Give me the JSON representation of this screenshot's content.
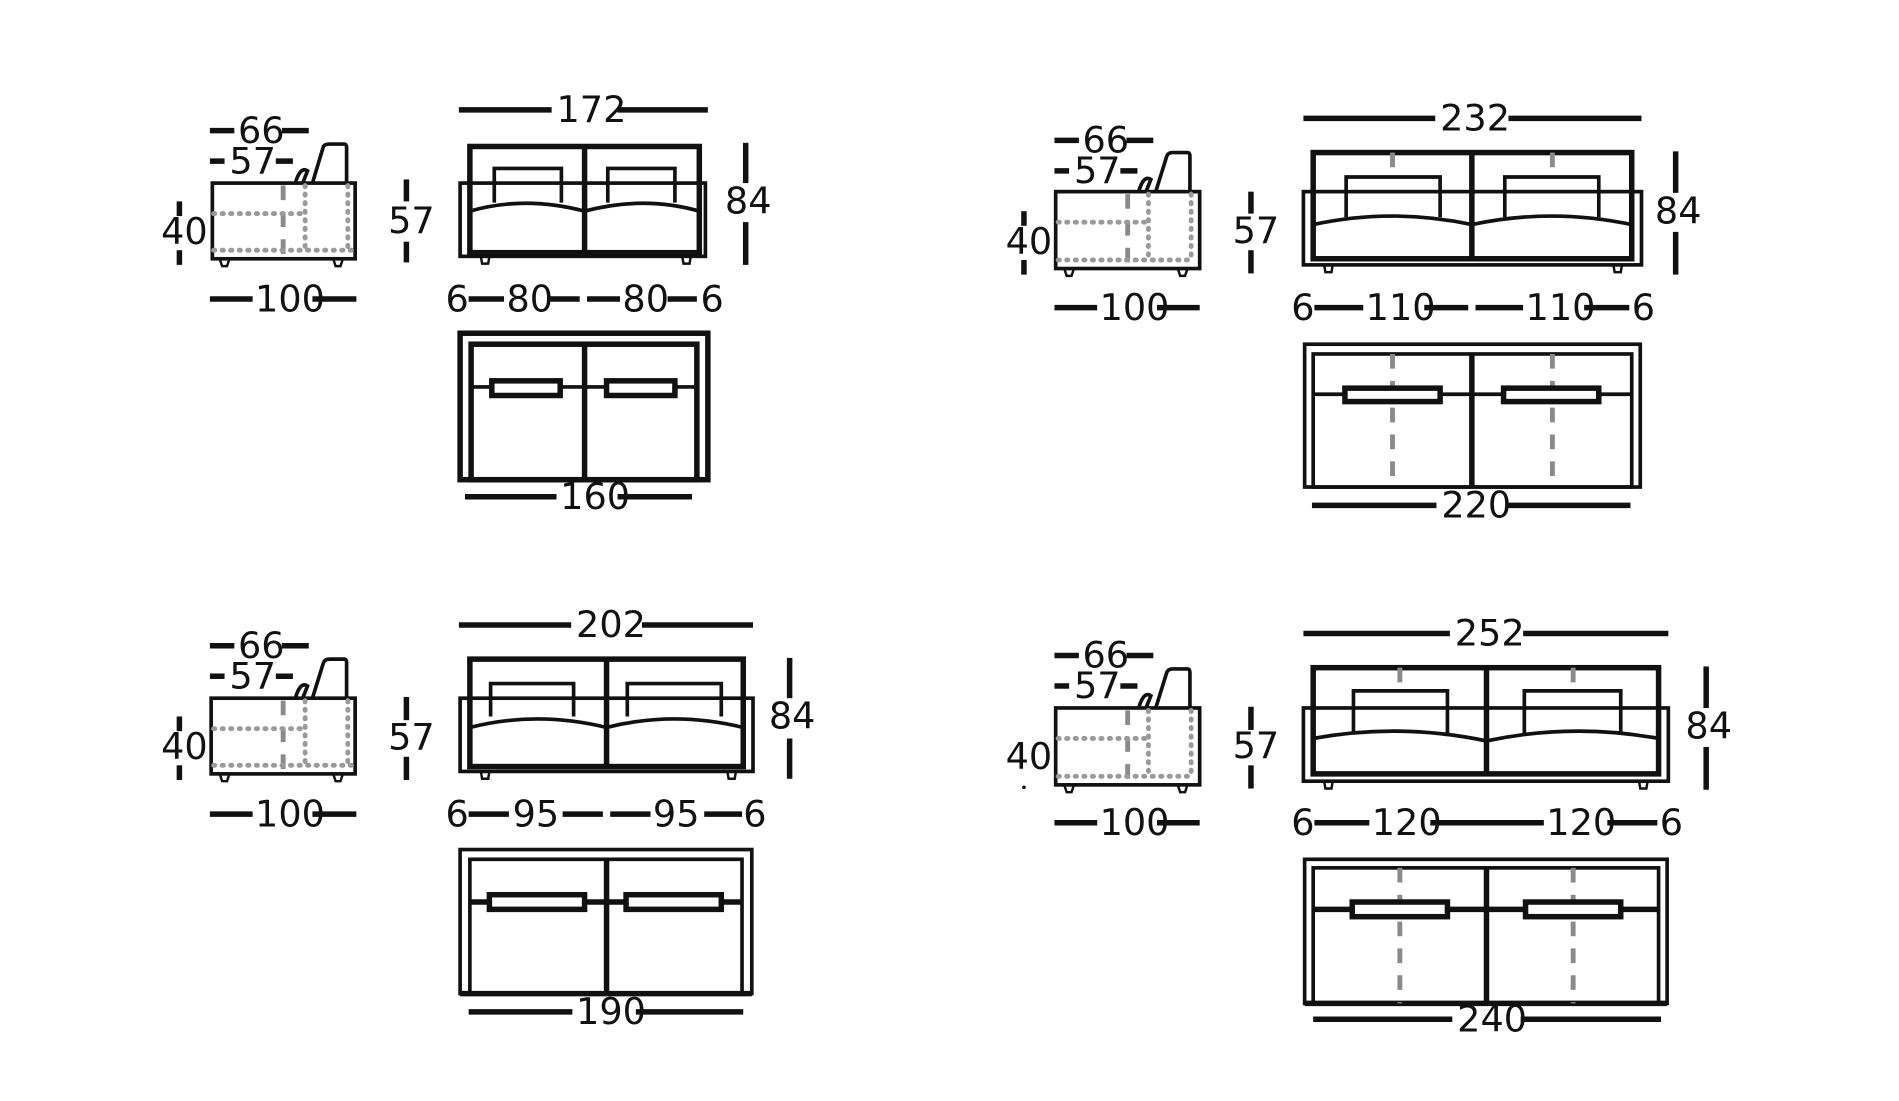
{
  "title": "Sofa bed dimension drawings",
  "unit": "cm",
  "colors": {
    "line": "#111111",
    "hidden_line": "#8a8a8a",
    "background": "#ffffff"
  },
  "models": [
    {
      "id": "model-172",
      "side": {
        "depth_total": "66",
        "depth_seat": "57",
        "seat_height": "40",
        "depth_open": "100"
      },
      "front": {
        "width": "172",
        "height": "84",
        "back_height": "57",
        "arm_left": "6",
        "seat_left": "80",
        "seat_right": "80",
        "arm_right": "6"
      },
      "plan": {
        "width": "160"
      }
    },
    {
      "id": "model-232",
      "side": {
        "depth_total": "66",
        "depth_seat": "57",
        "seat_height": "40",
        "depth_open": "100"
      },
      "front": {
        "width": "232",
        "height": "84",
        "back_height": "57",
        "arm_left": "6",
        "seat_left": "110",
        "seat_right": "110",
        "arm_right": "6"
      },
      "plan": {
        "width": "220"
      }
    },
    {
      "id": "model-202",
      "side": {
        "depth_total": "66",
        "depth_seat": "57",
        "seat_height": "40",
        "depth_open": "100"
      },
      "front": {
        "width": "202",
        "height": "84",
        "back_height": "57",
        "arm_left": "6",
        "seat_left": "95",
        "seat_right": "95",
        "arm_right": "6"
      },
      "plan": {
        "width": "190"
      }
    },
    {
      "id": "model-252",
      "side": {
        "depth_total": "66",
        "depth_seat": "57",
        "seat_height": "40",
        "depth_open": "100"
      },
      "front": {
        "width": "252",
        "height": "84",
        "back_height": "57",
        "arm_left": "6",
        "seat_left": "120",
        "seat_right": "120",
        "arm_right": "6"
      },
      "plan": {
        "width": "240"
      }
    }
  ]
}
